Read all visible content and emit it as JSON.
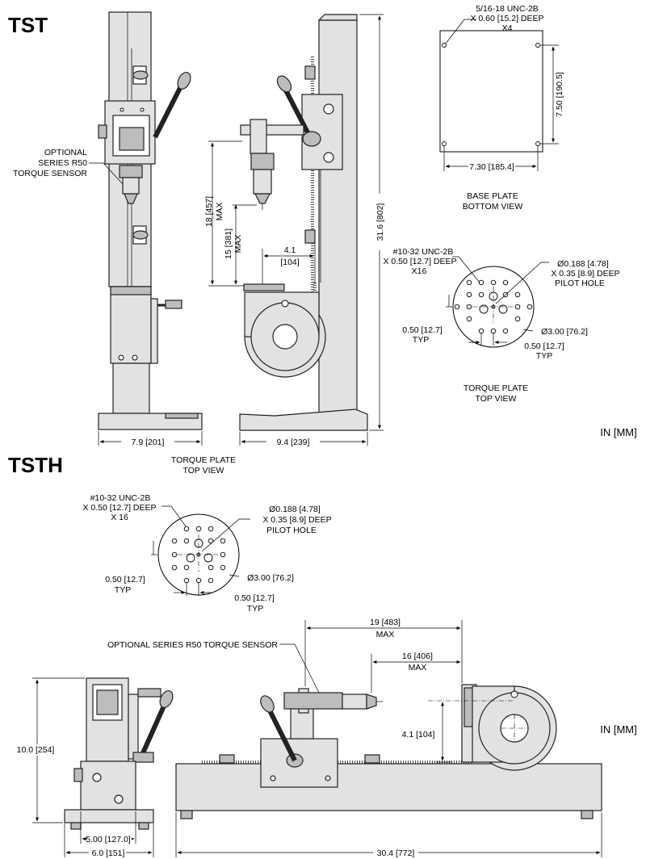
{
  "sections": {
    "tst": "TST",
    "tsth": "TSTH"
  },
  "units": {
    "tst": "IN [MM]",
    "tsth": "IN [MM]"
  },
  "tst": {
    "side_view": {
      "sensor_label": [
        "OPTIONAL",
        "SERIES R50",
        "TORQUE SENSOR"
      ],
      "width": "7.9 [201]"
    },
    "front_view": {
      "travel_max": "18 [457]",
      "travel_max_word": "MAX",
      "travel_min": "15 [381]",
      "travel_min_word": "MAX",
      "offset": "4.1",
      "offset_mm": "[104]",
      "height": "31.6 [802]",
      "depth": "9.4 [239]"
    },
    "base_plate": {
      "thread": "5/16-18 UNC-2B",
      "thread_depth": "X 0.60 [15.2] DEEP",
      "thread_count": "X4",
      "height": "7.50 [190.5]",
      "width": "7.30 [185.4]",
      "caption": [
        "BASE PLATE",
        "BOTTOM VIEW"
      ]
    },
    "torque_plate": {
      "thread": "#10-32 UNC-2B",
      "thread_depth": "X 0.50 [12.7] DEEP",
      "thread_count": "X16",
      "pilot": "Ø0.188 [4.78]",
      "pilot_depth": "X 0.35 [8.9] DEEP",
      "pilot_label": "PILOT HOLE",
      "spacing_left": "0.50 [12.7]",
      "spacing_left_typ": "TYP",
      "diameter": "Ø3.00 [76.2]",
      "spacing_bottom": "0.50 [12.7]",
      "spacing_bottom_typ": "TYP",
      "caption": [
        "TORQUE PLATE",
        "TOP VIEW"
      ]
    }
  },
  "tsth": {
    "torque_plate": {
      "caption": [
        "TORQUE PLATE",
        "TOP VIEW"
      ],
      "thread": "#10-32 UNC-2B",
      "thread_depth": "X 0.50 [12.7] DEEP",
      "thread_count": "X 16",
      "pilot": "Ø0.188 [4.78]",
      "pilot_depth": "X 0.35 [8.9] DEEP",
      "pilot_label": "PILOT HOLE",
      "spacing_left": "0.50 [12.7]",
      "spacing_left_typ": "TYP",
      "diameter": "Ø3.00 [76.2]",
      "spacing_bottom": "0.50 [12.7]",
      "spacing_bottom_typ": "TYP"
    },
    "side": {
      "height": "10.0 [254]",
      "inner_width": "5.00 [127.0]",
      "outer_width": "6.0 [151]"
    },
    "front": {
      "sensor_label": "OPTIONAL SERIES R50 TORQUE SENSOR",
      "travel_max": "19 [483]",
      "travel_max_word": "MAX",
      "travel_min": "16 [406]",
      "travel_min_word": "MAX",
      "offset": "4.1 [104]",
      "length": "30.4 [772]"
    }
  }
}
